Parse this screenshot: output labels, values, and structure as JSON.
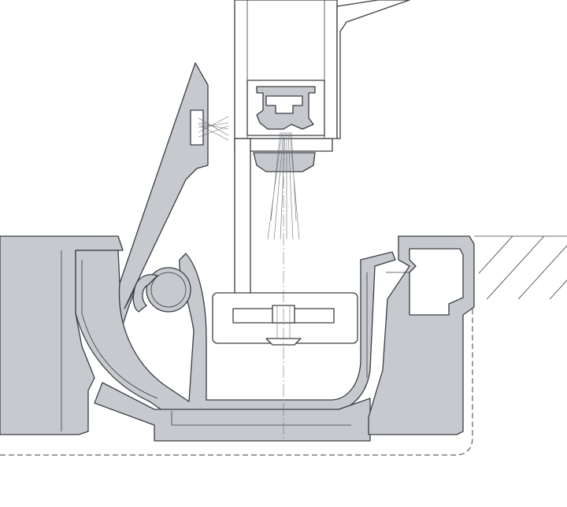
{
  "figure": {
    "kind": "technical cross-section drawing",
    "labels": []
  },
  "colors": {
    "background": "#ffffff",
    "profile_fill": "#c6c9cd",
    "line": "#3a3d42"
  },
  "icons": {
    "hatching": "ground-hatch",
    "brush_seal": "brush-fibres",
    "screw": "countersunk-screw",
    "hinge": "hinge-pin"
  }
}
